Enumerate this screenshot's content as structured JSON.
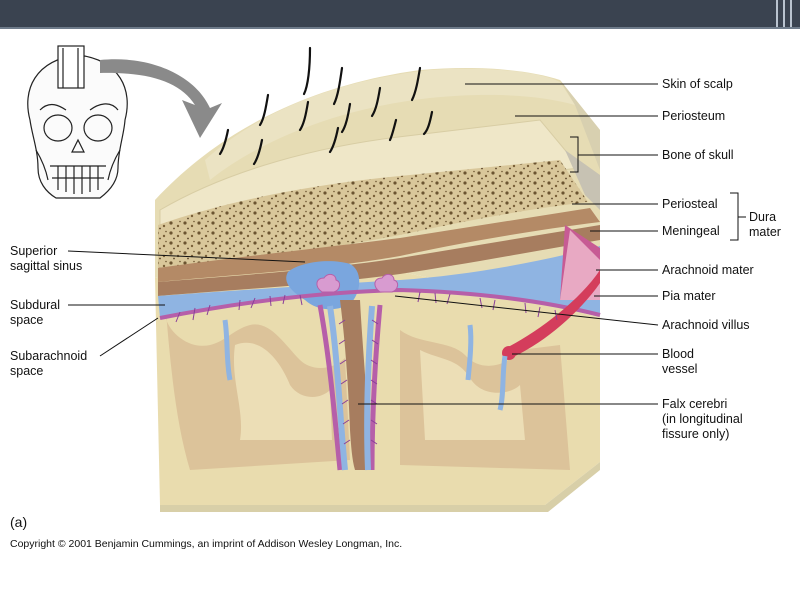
{
  "labels": {
    "skin_of_scalp": "Skin of scalp",
    "periosteum": "Periosteum",
    "bone_of_skull": "Bone of skull",
    "periosteal": "Periosteal",
    "meningeal": "Meningeal",
    "dura": "Dura",
    "mater": "mater",
    "arachnoid_mater": "Arachnoid mater",
    "pia_mater": "Pia mater",
    "arachnoid_villus": "Arachnoid villus",
    "blood_vessel_1": "Blood",
    "blood_vessel_2": "vessel",
    "falx_1": "Falx cerebri",
    "falx_2": "(in longitudinal",
    "falx_3": "fissure only)",
    "superior_1": "Superior",
    "superior_2": "sagittal sinus",
    "subdural_1": "Subdural",
    "subdural_2": "space",
    "subarachnoid_1": "Subarachnoid",
    "subarachnoid_2": "space"
  },
  "figure_label": "(a)",
  "copyright": "Copyright © 2001 Benjamin Cummings, an imprint of Addison Wesley Longman, Inc.",
  "colors": {
    "header": "#3a4350",
    "skin": "#ebe3c3",
    "bone": "#d8c796",
    "dura": "#a77d5f",
    "arachnoid": "#8fb4e2",
    "pia": "#b65fa9",
    "brain_white": "#ecdeb6",
    "brain_gray": "#dcc39a",
    "vessel": "#d43d5c"
  }
}
